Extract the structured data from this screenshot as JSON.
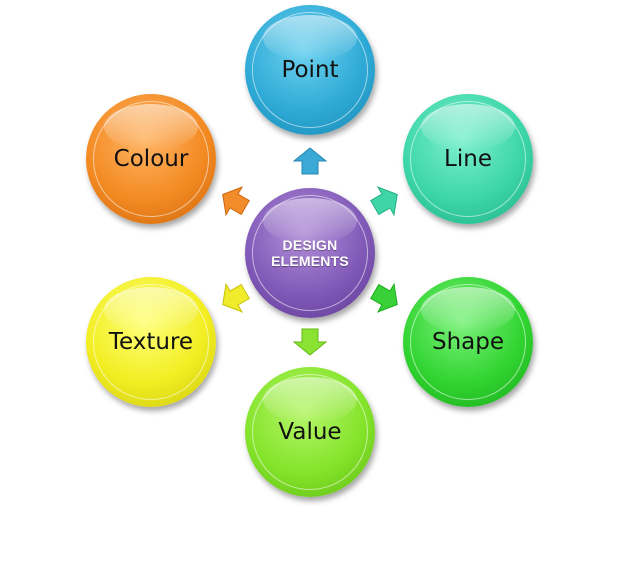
{
  "center": {
    "line1": "DESIGN",
    "line2": "ELEMENTS"
  },
  "nodes": {
    "point": "Point",
    "line": "Line",
    "shape": "Shape",
    "value": "Value",
    "texture": "Texture",
    "colour": "Colour"
  },
  "colors": {
    "center": "#8159b8",
    "point": "#2eaad6",
    "line": "#3cd6a8",
    "shape": "#31d431",
    "value": "#84e42a",
    "texture": "#f2ee22",
    "colour": "#f38a22"
  }
}
